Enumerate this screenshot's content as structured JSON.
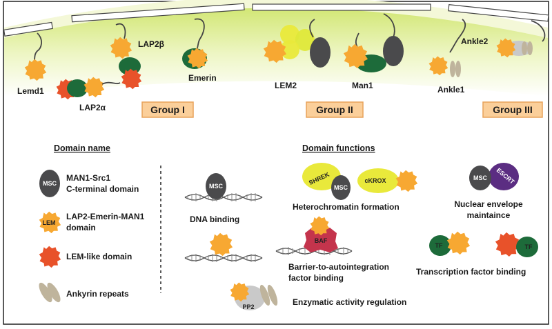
{
  "proteins": {
    "lemd1": "Lemd1",
    "lap2b": "LAP2β",
    "lap2a": "LAP2α",
    "emerin": "Emerin",
    "lem2": "LEM2",
    "man1": "Man1",
    "ankle1": "Ankle1",
    "ankle2": "Ankle2"
  },
  "groups": [
    "Group I",
    "Group II",
    "Group III"
  ],
  "headers": {
    "domain_name": "Domain name",
    "domain_functions": "Domain functions"
  },
  "legend": {
    "msc_1": "MAN1-Src1",
    "msc_2": "C-terminal domain",
    "lem_1": "LAP2-Emerin-MAN1",
    "lem_2": "domain",
    "lemlike": "LEM-like domain",
    "ankyrin": "Ankyrin repeats"
  },
  "icon_labels": {
    "msc": "MSC",
    "lem": "LEM",
    "shrek": "SHREK",
    "ckrox": "cKROX",
    "escrt": "ESCRT",
    "baf": "BAF",
    "pp2": "PP2",
    "tf": "TF"
  },
  "functions": {
    "dna_binding": "DNA binding",
    "heterochromatin": "Heterochromatin formation",
    "nuclear_env_1": "Nuclear envelope",
    "nuclear_env_2": "maintaince",
    "baf_1": "Barrier-to-autointegration",
    "baf_2": "factor binding",
    "tf_binding": "Transcription factor binding",
    "enzymatic": "Enzymatic activity regulation"
  },
  "colors": {
    "lem_orange": "#f7a832",
    "msc_gray": "#4a4a4c",
    "lemlike_red": "#e8522a",
    "ankyrin_tan": "#bfb49c",
    "green": "#1d6b3a",
    "yellow": "#e9e93b",
    "purple": "#5b2d82",
    "baf_red": "#c4344c",
    "group_box": "#fbcf9a",
    "membrane_green": "#d9ec7d"
  }
}
